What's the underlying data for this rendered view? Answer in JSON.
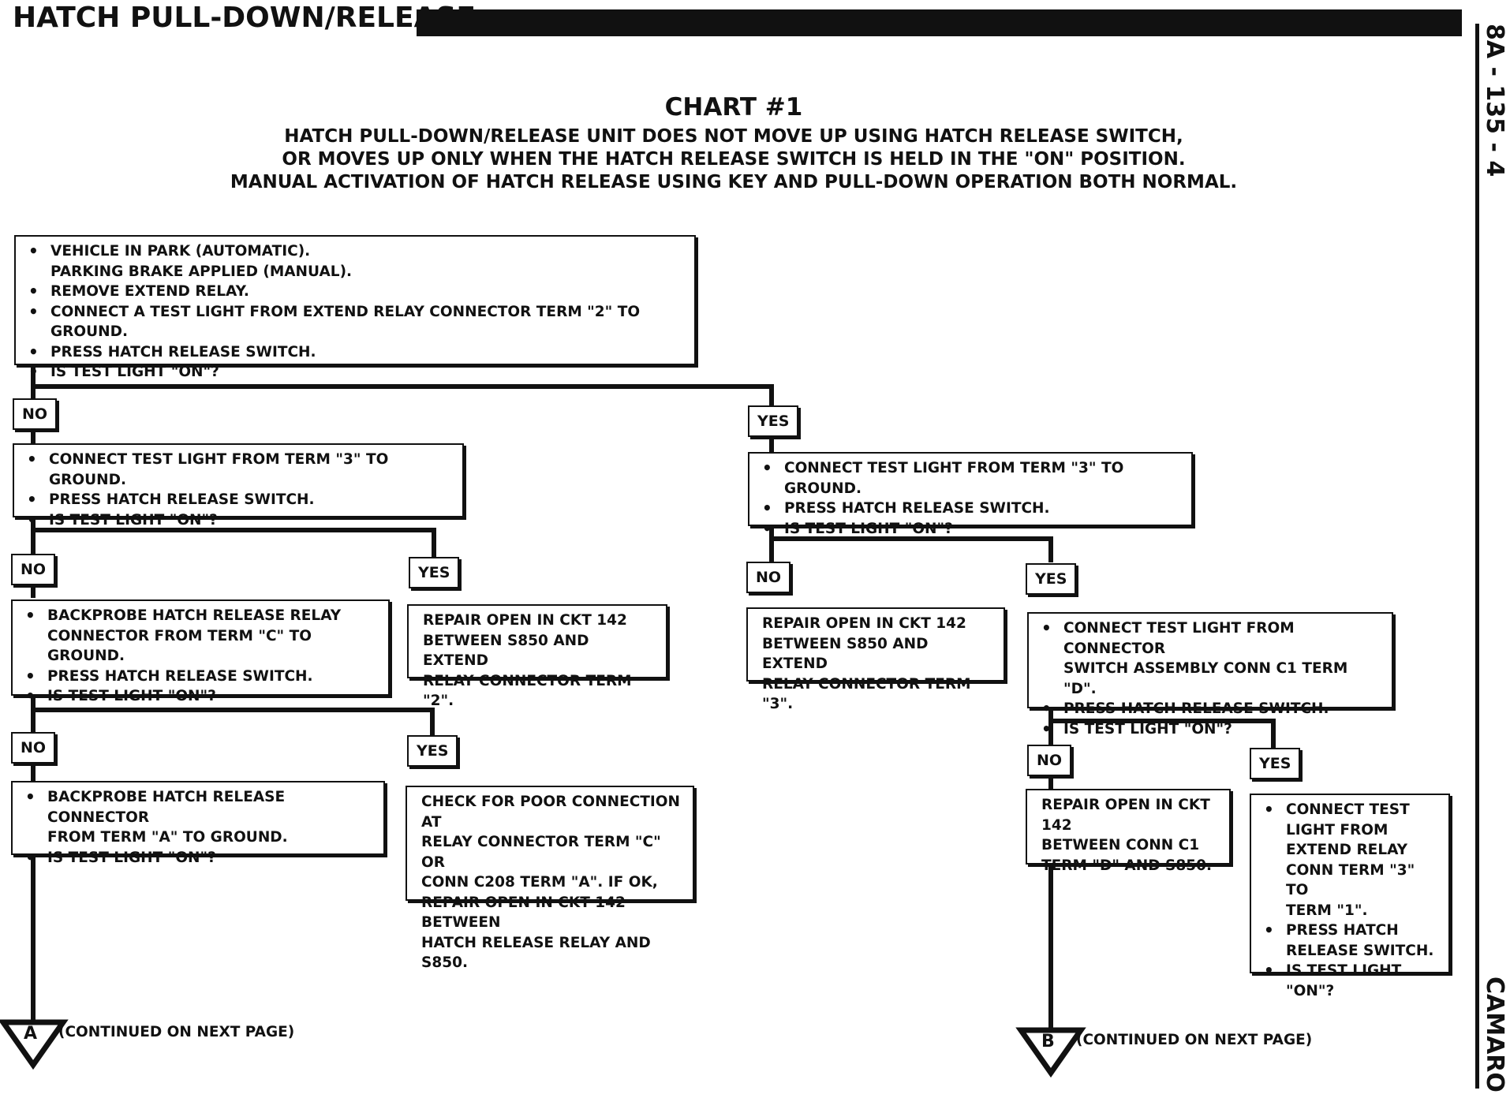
{
  "header": {
    "title": "HATCH PULL-DOWN/RELEASE",
    "page_number": "8A - 135 - 4",
    "model": "CAMARO"
  },
  "chart": {
    "title": "CHART #1",
    "subtitle_lines": [
      "HATCH PULL-DOWN/RELEASE UNIT DOES NOT MOVE UP USING HATCH RELEASE SWITCH,",
      "OR MOVES UP ONLY WHEN THE HATCH RELEASE SWITCH IS HELD IN THE \"ON\" POSITION.",
      "MANUAL ACTIVATION OF HATCH RELEASE USING KEY AND PULL-DOWN OPERATION BOTH NORMAL."
    ]
  },
  "boxes": {
    "start": [
      "VEHICLE IN PARK (AUTOMATIC).",
      "PARKING BRAKE APPLIED (MANUAL).",
      "REMOVE EXTEND RELAY.",
      "CONNECT A TEST LIGHT FROM EXTEND RELAY CONNECTOR TERM \"2\" TO GROUND.",
      "PRESS HATCH RELEASE SWITCH.",
      "IS TEST LIGHT \"ON\"?"
    ],
    "no1": [
      "CONNECT TEST LIGHT FROM TERM \"3\" TO GROUND.",
      "PRESS HATCH RELEASE SWITCH.",
      "IS TEST LIGHT \"ON\"?"
    ],
    "yes1": [
      "CONNECT TEST LIGHT FROM TERM \"3\" TO GROUND.",
      "PRESS HATCH RELEASE SWITCH.",
      "IS TEST LIGHT \"ON\"?"
    ],
    "no2": [
      "BACKPROBE HATCH RELEASE RELAY",
      "CONNECTOR FROM TERM \"C\" TO GROUND.",
      "PRESS HATCH RELEASE SWITCH.",
      "IS TEST LIGHT \"ON\"?"
    ],
    "yes2": [
      "REPAIR OPEN IN CKT 142",
      "BETWEEN S850 AND EXTEND",
      "RELAY CONNECTOR TERM \"2\"."
    ],
    "no3": [
      "REPAIR OPEN IN CKT 142",
      "BETWEEN S850 AND EXTEND",
      "RELAY CONNECTOR TERM \"3\"."
    ],
    "yes3": [
      "CONNECT TEST LIGHT FROM CONNECTOR",
      "SWITCH ASSEMBLY CONN C1 TERM \"D\".",
      "PRESS HATCH RELEASE SWITCH.",
      "IS TEST LIGHT \"ON\"?"
    ],
    "no4": [
      "BACKPROBE HATCH RELEASE CONNECTOR",
      "FROM TERM \"A\" TO GROUND.",
      "IS TEST LIGHT \"ON\"?"
    ],
    "yes4": [
      "CHECK FOR POOR CONNECTION AT",
      "RELAY CONNECTOR TERM \"C\" OR",
      "CONN C208 TERM \"A\". IF OK,",
      "REPAIR OPEN IN CKT 142 BETWEEN",
      "HATCH RELEASE RELAY AND S850."
    ],
    "no5": [
      "REPAIR OPEN IN CKT 142",
      "BETWEEN CONN C1",
      "TERM \"D\" AND S850."
    ],
    "yes5": [
      "CONNECT TEST",
      "LIGHT FROM",
      "EXTEND RELAY",
      "CONN TERM \"3\" TO",
      "TERM \"1\".",
      "PRESS HATCH",
      "RELEASE SWITCH.",
      "IS TEST LIGHT \"ON\"?"
    ]
  },
  "labels": {
    "no": "NO",
    "yes": "YES"
  },
  "connectors": {
    "a": "A",
    "b": "B",
    "continued": "(CONTINUED ON NEXT PAGE)"
  }
}
